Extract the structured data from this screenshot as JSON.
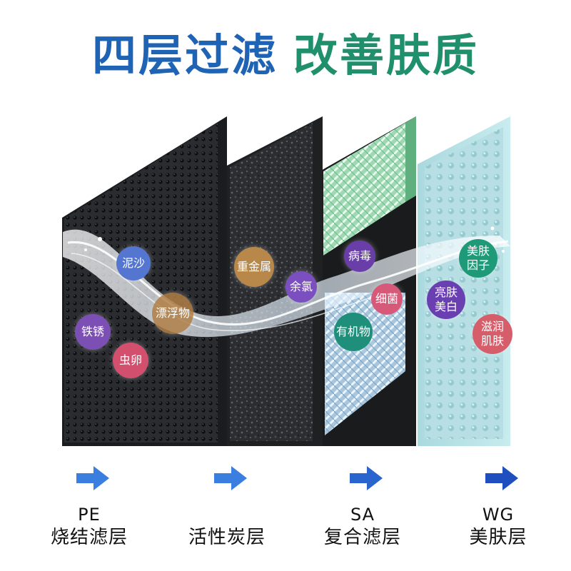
{
  "title": {
    "part1": "四层过滤",
    "part2": "改善肤质"
  },
  "layers": [
    {
      "code": "PE",
      "name": "烧结滤层",
      "arrow_color": "#3a7fe0"
    },
    {
      "code": "",
      "name": "活性炭层",
      "arrow_color": "#3a7fe0"
    },
    {
      "code": "SA",
      "name": "复合滤层",
      "arrow_color": "#2a64cf"
    },
    {
      "code": "WG",
      "name": "美肤层",
      "arrow_color": "#1f4fbe"
    }
  ],
  "badges": {
    "mud": "泥沙",
    "rust": "铁锈",
    "eggs": "虫卵",
    "floaters": "漂浮物",
    "heavy_metal": "重金属",
    "chlorine": "余氯",
    "virus": "病毒",
    "bacteria": "细菌",
    "organics": "有机物",
    "beauty_factor": "美肤\n因子",
    "brighten": "亮肤\n美白",
    "moisturize": "滋润\n肌肤"
  }
}
